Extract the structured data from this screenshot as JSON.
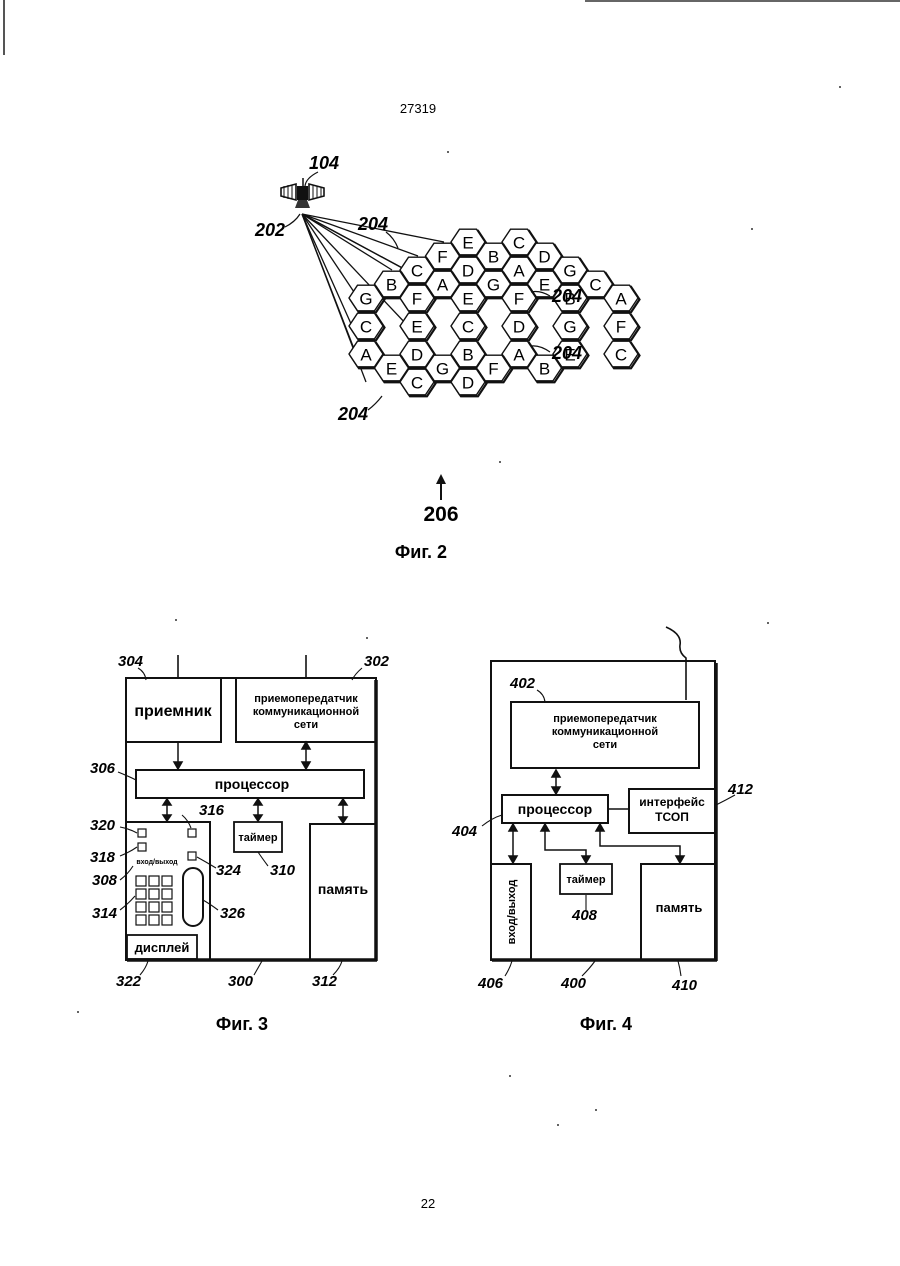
{
  "header": {
    "doc_number": "27319"
  },
  "footer": {
    "page_number": "22"
  },
  "fig2": {
    "caption": "Фиг. 2",
    "ref_satellite": "104",
    "ref_beam_source": "202",
    "ref_arrow": "206",
    "ref_cells": "204",
    "cells": [
      [
        "E",
        "C"
      ],
      [
        "F",
        "B",
        "D"
      ],
      [
        "C",
        "D",
        "A",
        "G"
      ],
      [
        "B",
        "A",
        "G",
        "E",
        "C"
      ],
      [
        "G",
        "F",
        "E",
        "F",
        "B",
        "A"
      ],
      [
        "C",
        "E",
        "C",
        "D",
        "G",
        "F"
      ],
      [
        "A",
        "D",
        "B",
        "A",
        "E",
        "C"
      ],
      [
        "E",
        "G",
        "F",
        "B"
      ],
      [
        "C",
        "D"
      ]
    ]
  },
  "fig3": {
    "caption": "Фиг. 3",
    "receiver": "приемник",
    "transceiver": "приемопередатчик коммуникационной сети",
    "processor": "процессор",
    "timer": "таймер",
    "memory": "память",
    "io": "вход/выход",
    "display": "дисплей",
    "refs": {
      "r300": "300",
      "r302": "302",
      "r304": "304",
      "r306": "306",
      "r308": "308",
      "r310": "310",
      "r312": "312",
      "r314": "314",
      "r316": "316",
      "r318": "318",
      "r320": "320",
      "r322": "322",
      "r324": "324",
      "r326": "326"
    }
  },
  "fig4": {
    "caption": "Фиг. 4",
    "transceiver": "приемопередатчик коммуникационной сети",
    "processor": "процессор",
    "interface": "интерфейс ТСОП",
    "timer": "таймер",
    "memory": "память",
    "io": "вход/выход",
    "refs": {
      "r400": "400",
      "r402": "402",
      "r404": "404",
      "r406": "406",
      "r408": "408",
      "r410": "410",
      "r412": "412"
    }
  }
}
